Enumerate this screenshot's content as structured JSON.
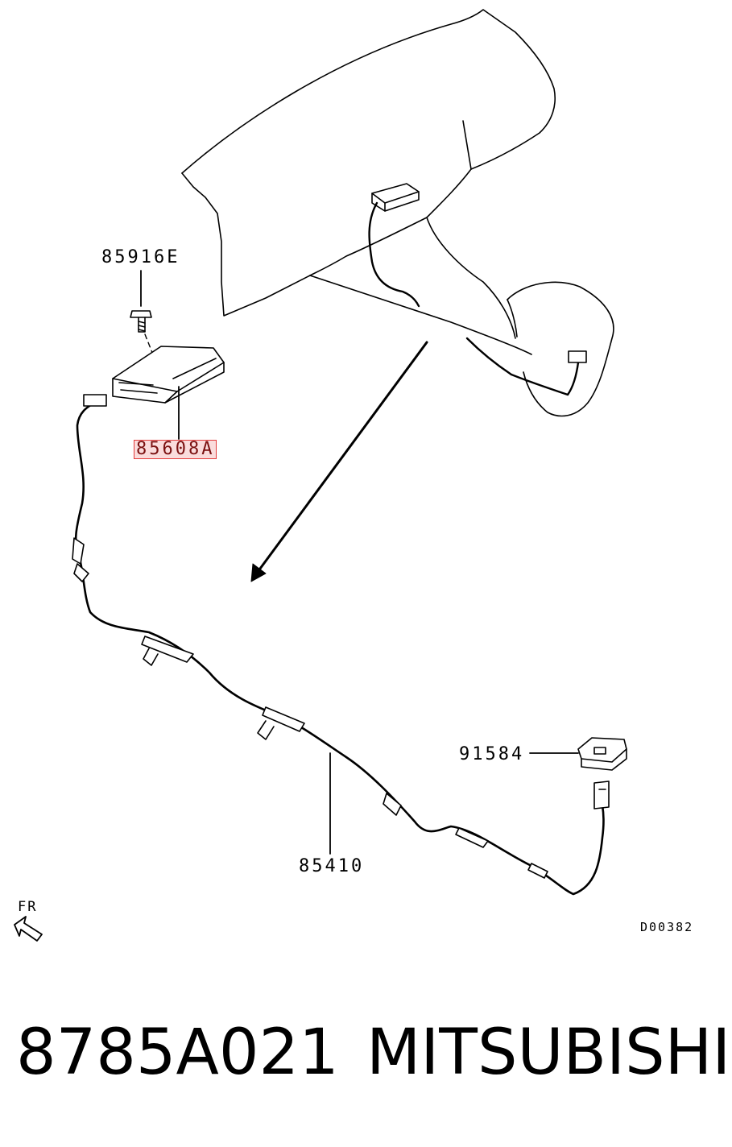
{
  "callouts": {
    "bolt": "85916E",
    "module": "85608A",
    "harness": "85410",
    "switch": "91584"
  },
  "direction_label": "FR",
  "drawing_code": "D00382",
  "footer": {
    "part_number": "8785A021",
    "brand": "MITSUBISHI"
  },
  "colors": {
    "line": "#000000",
    "highlight": "#e23b3b"
  }
}
